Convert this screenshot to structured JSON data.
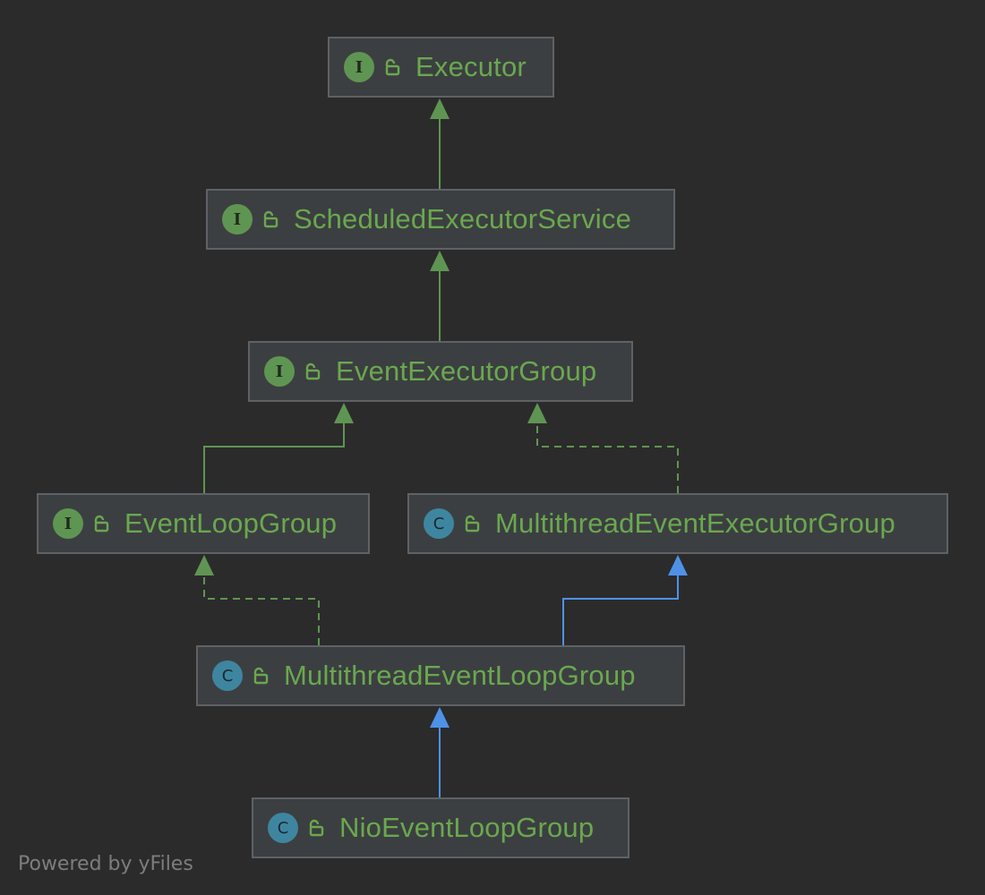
{
  "diagram": {
    "nodes": [
      {
        "id": "executor",
        "name": "Executor",
        "kind": "interface",
        "badge": "I"
      },
      {
        "id": "scheduled",
        "name": "ScheduledExecutorService",
        "kind": "interface",
        "badge": "I"
      },
      {
        "id": "eeg",
        "name": "EventExecutorGroup",
        "kind": "interface",
        "badge": "I"
      },
      {
        "id": "elg",
        "name": "EventLoopGroup",
        "kind": "interface",
        "badge": "I"
      },
      {
        "id": "meeg",
        "name": "MultithreadEventExecutorGroup",
        "kind": "class",
        "badge": "C"
      },
      {
        "id": "melg",
        "name": "MultithreadEventLoopGroup",
        "kind": "class",
        "badge": "C"
      },
      {
        "id": "nelg",
        "name": "NioEventLoopGroup",
        "kind": "class",
        "badge": "C"
      }
    ],
    "edges": [
      {
        "from": "scheduled",
        "to": "executor",
        "type": "extends-interface"
      },
      {
        "from": "eeg",
        "to": "scheduled",
        "type": "extends-interface"
      },
      {
        "from": "elg",
        "to": "eeg",
        "type": "extends-interface"
      },
      {
        "from": "meeg",
        "to": "eeg",
        "type": "implements"
      },
      {
        "from": "melg",
        "to": "elg",
        "type": "implements"
      },
      {
        "from": "melg",
        "to": "meeg",
        "type": "extends-class"
      },
      {
        "from": "nelg",
        "to": "melg",
        "type": "extends-class"
      }
    ],
    "colors": {
      "interface_edge": "#5f9552",
      "class_edge": "#4e92e8",
      "label": "#6aa84f"
    }
  },
  "footer": "Powered by yFiles"
}
